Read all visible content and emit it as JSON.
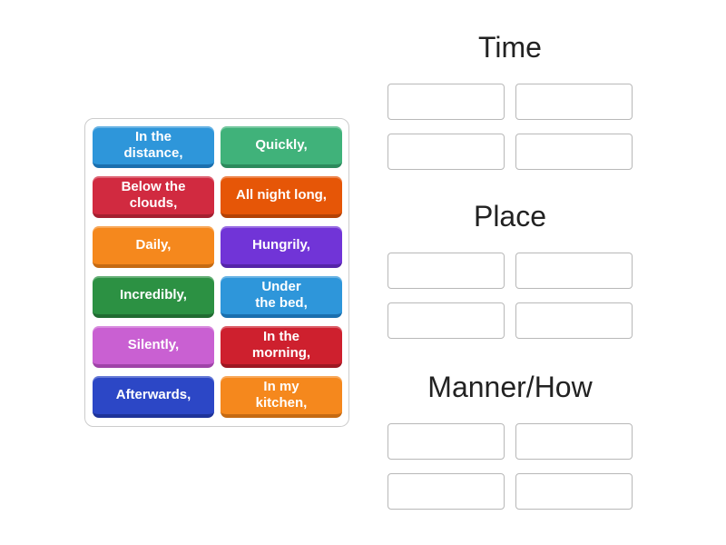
{
  "page": {
    "background_color": "#ffffff",
    "header_text_color": "#222222"
  },
  "tile_bank": {
    "tiles": [
      {
        "label": "In the\ndistance,",
        "color": "#2e96da",
        "edge": "#1a6fae"
      },
      {
        "label": "Quickly,",
        "color": "#40b27a",
        "edge": "#2c8a5c"
      },
      {
        "label": "Below the\nclouds,",
        "color": "#d12a40",
        "edge": "#a41f30"
      },
      {
        "label": "All night long,",
        "color": "#e65607",
        "edge": "#b34205"
      },
      {
        "label": "Daily,",
        "color": "#f5881d",
        "edge": "#c56a12"
      },
      {
        "label": "Hungrily,",
        "color": "#7134d7",
        "edge": "#5524a8"
      },
      {
        "label": "Incredibly,",
        "color": "#2c9143",
        "edge": "#206b31"
      },
      {
        "label": "Under\nthe bed,",
        "color": "#2e96da",
        "edge": "#1a6fae"
      },
      {
        "label": "Silently,",
        "color": "#c960d2",
        "edge": "#9f43a8"
      },
      {
        "label": "In the\nmorning,",
        "color": "#ce202e",
        "edge": "#9d1722"
      },
      {
        "label": "Afterwards,",
        "color": "#2c47c6",
        "edge": "#1e3399"
      },
      {
        "label": "In my\nkitchen,",
        "color": "#f5881d",
        "edge": "#c56a12"
      }
    ]
  },
  "groups": [
    {
      "label": "Time",
      "slot_count": 4
    },
    {
      "label": "Place",
      "slot_count": 4
    },
    {
      "label": "Manner/How",
      "slot_count": 4
    }
  ],
  "slot_style": {
    "border_color": "#b8b8b8",
    "fill": "#ffffff"
  }
}
